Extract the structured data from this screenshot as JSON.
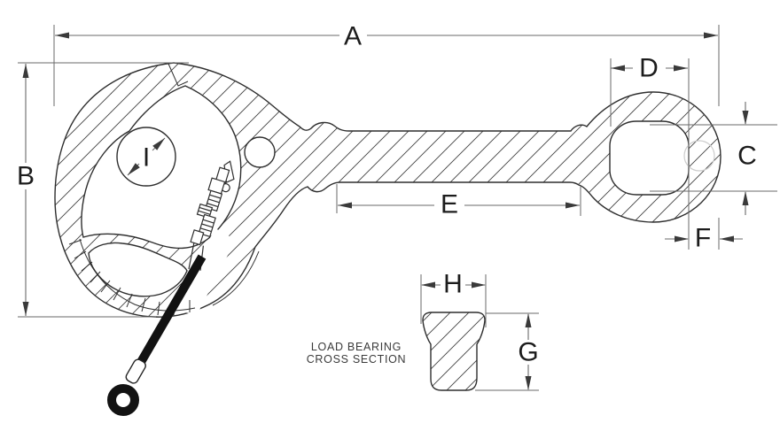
{
  "drawing": {
    "type": "technical-dimension-drawing",
    "subject": "lifting clamp / hook with eye, latch lanyard and load bearing cross section view",
    "labels": {
      "A": "A",
      "B": "B",
      "C": "C",
      "D": "D",
      "E": "E",
      "F": "F",
      "G": "G",
      "H": "H",
      "I": "I"
    },
    "dimension_meanings": {
      "A": "overall length (left edge of body to right edge of eye)",
      "B": "overall height of clamp body",
      "C": "eye hole height",
      "D": "eye hole width",
      "E": "straight shank length",
      "F": "eye side-wall thickness",
      "G": "cross section height",
      "H": "cross section width",
      "I": "pin hole diameter in body"
    },
    "caption": {
      "line1": "LOAD BEARING",
      "line2": "CROSS SECTION"
    },
    "colors": {
      "object_line": "#2e2e2e",
      "dimension_line": "#6a6a6a",
      "hatch_line": "#3f3f3f",
      "label_text": "#1c1c1c",
      "lanyard": "#121212",
      "ghost_reference": "#cccccc",
      "background": "#ffffff"
    }
  }
}
